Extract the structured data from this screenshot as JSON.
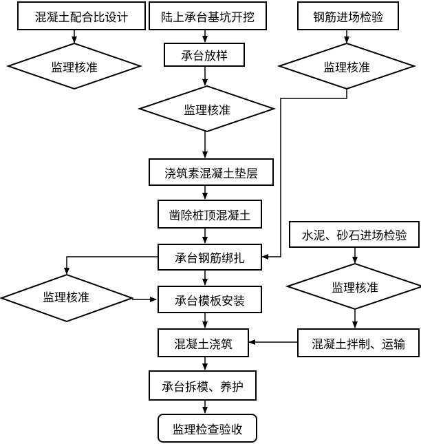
{
  "nodes": {
    "mix_design": "混凝土配合比设计",
    "excavation": "陆上承台基坑开挖",
    "rebar_inspection": "钢筋进场检验",
    "review_1": "监理核准",
    "stakeout": "承台放样",
    "review_3": "监理核准",
    "review_2": "监理核准",
    "plain_concrete_cushion": "浇筑素混凝土垫层",
    "pile_head_chiseling": "凿除桩顶混凝土",
    "cement_gravel_inspection": "水泥、砂石进场检验",
    "rebar_binding": "承台钢筋绑扎",
    "review_4": "监理核准",
    "review_5": "监理核准",
    "formwork_installation": "承台模板安装",
    "concrete_pouring": "混凝土浇筑",
    "concrete_mixing": "混凝土拌制、运输",
    "form_removal_curing": "承台拆模、养护",
    "final_inspection": "监理检查验收"
  }
}
